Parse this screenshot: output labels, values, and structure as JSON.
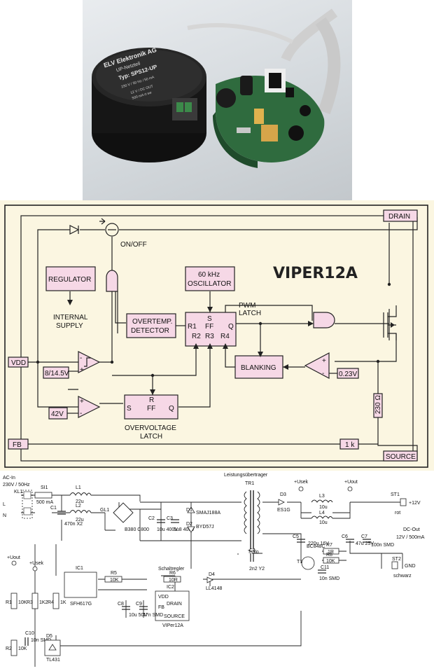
{
  "photo": {
    "label_brand": "ELV Elektronik AG",
    "label_sub": "UP-Netzteil",
    "label_type": "Typ: SPS12-UP",
    "label_rating": "230 V / 50 Hz / 50 mA",
    "label_out": "12 V / DC  OUT",
    "label_out2": "500 mA  rt  sw"
  },
  "block_diagram": {
    "title": "VIPER12A",
    "drain": "DRAIN",
    "source": "SOURCE",
    "vdd": "VDD",
    "fb": "FB",
    "onoff": "ON/OFF",
    "regulator": "REGULATOR",
    "internal_supply_1": "INTERNAL",
    "internal_supply_2": "SUPPLY",
    "oscillator_1": "60 kHz",
    "oscillator_2": "OSCILLATOR",
    "overtemp_1": "OVERTEMP.",
    "overtemp_2": "DETECTOR",
    "pwm_1": "PWM",
    "pwm_2": "LATCH",
    "ff_s": "S",
    "ff_ff": "FF",
    "ff_q": "Q",
    "ff_r1": "R1",
    "ff_r2": "R2",
    "ff_r3": "R3",
    "ff_r4": "R4",
    "blanking": "BLANKING",
    "v_uvlo": "8/14.5V",
    "v_ovp": "42V",
    "v_ref": "0.23V",
    "ovl_r": "R",
    "ovl_s": "S",
    "ovl_ff": "FF",
    "ovl_q": "Q",
    "ovl_1": "OVERVOLTAGE",
    "ovl_2": "LATCH",
    "r_sense": "230 Ω",
    "r_fb": "1 k"
  },
  "schematic": {
    "ac_in": "AC-In",
    "ac_spec": "230V / 50Hz",
    "kl1": "KL1",
    "L": "L",
    "N": "N",
    "si1": "SI1",
    "si1_v": "500 mA",
    "l1": "L1",
    "l1_v": "22u",
    "c1": "C1",
    "c1_v": "470n X2",
    "l2": "L2",
    "l2_v": "22u",
    "gl1": "GL1",
    "gl1_v": "B380 C800",
    "c2": "C2",
    "c2_v": "10u 400V",
    "c3": "C3",
    "c3_v": "6u8 400V",
    "d1": "D1",
    "d1_v": "SMAJ188A",
    "d2": "D2",
    "d2_v": "BYD57J",
    "tr1_title": "Leistungsübertrager",
    "tr1": "TR1",
    "tralo": "Tralo",
    "d3": "D3",
    "d3_v": "ES1G",
    "usek": "+Usek",
    "uout": "+Uout",
    "l3": "L3",
    "l3_v": "10u",
    "l4": "L4",
    "l4_v": "10u",
    "st1": "ST1",
    "plus12": "+12V",
    "rot": "rot",
    "dcout_1": "DC-Out",
    "dcout_2": "12V / 500mA",
    "c5": "C5",
    "c5_v": "220u 16V",
    "c6": "C6",
    "c6_v": "47u 25V",
    "c7": "C7",
    "c7_v": "100n SMD",
    "c4": "C4",
    "c4_v": "2n2 Y2",
    "r7": "R7",
    "r7_v": "1R",
    "r8": "R8",
    "r8_v": "10K",
    "t1": "T1",
    "t1_v": "BC848C",
    "c11": "C11",
    "c11_v": "10n SMD",
    "st2": "ST2",
    "gnd": "GND",
    "schwarz": "schwarz",
    "uout2": "+Uout",
    "usek2": "+Usek",
    "ic1": "IC1",
    "ic1_v": "SFH617G",
    "r5": "R5",
    "r5_v": "10K",
    "schaltregler": "Schaltregler",
    "r6": "R6",
    "r6_v": "10R",
    "d4": "D4",
    "d4_v": "LL4148",
    "ic2": "IC2",
    "ic2_v": "VIPer12A",
    "vdd": "VDD",
    "drain": "DRAIN",
    "fb": "FB",
    "source": "SOURCE",
    "c8": "C8",
    "c8_v": "10u 50V",
    "c9": "C9",
    "c9_v": "47n SMD",
    "r1": "R1",
    "r1_v": "10K",
    "r2": "R2",
    "r2_v": "10K",
    "r3": "R3",
    "r3_v": "1K2",
    "r4": "R4",
    "r4_v": "1K",
    "c10": "C10",
    "c10_v": "10n SMD",
    "d5": "D5",
    "d5_v": "TL431"
  },
  "colors": {
    "block_bg": "#fbf6e1",
    "block_box": "#f6d8e6",
    "pcb_green": "#2f6b3e",
    "housing": "#1c1c1c"
  }
}
